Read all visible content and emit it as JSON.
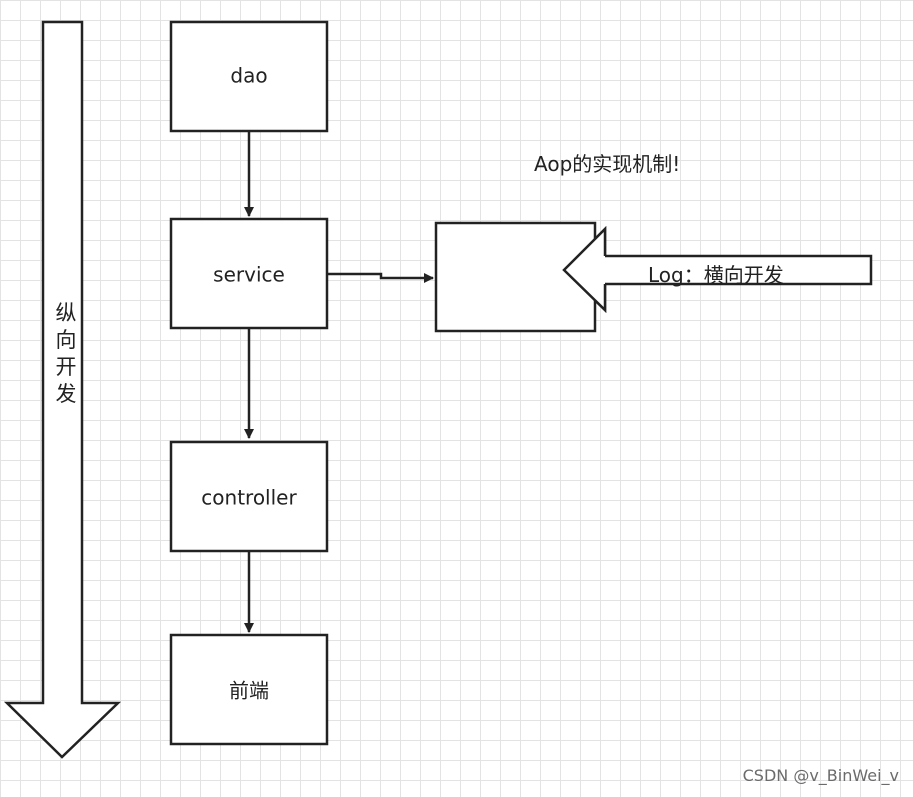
{
  "title": "Aop的实现机制!",
  "vertical_label": "纵向开发",
  "horizontal_label": "Log：横向开发",
  "watermark": "CSDN @v_BinWei_v",
  "nodes": [
    {
      "id": "dao",
      "label": "dao"
    },
    {
      "id": "service",
      "label": "service"
    },
    {
      "id": "controller",
      "label": "controller"
    },
    {
      "id": "frontend",
      "label": "前端"
    },
    {
      "id": "aop",
      "label": ""
    }
  ],
  "edges": [
    {
      "from": "dao",
      "to": "service"
    },
    {
      "from": "service",
      "to": "controller"
    },
    {
      "from": "controller",
      "to": "frontend"
    },
    {
      "from": "service",
      "to": "aop"
    }
  ]
}
